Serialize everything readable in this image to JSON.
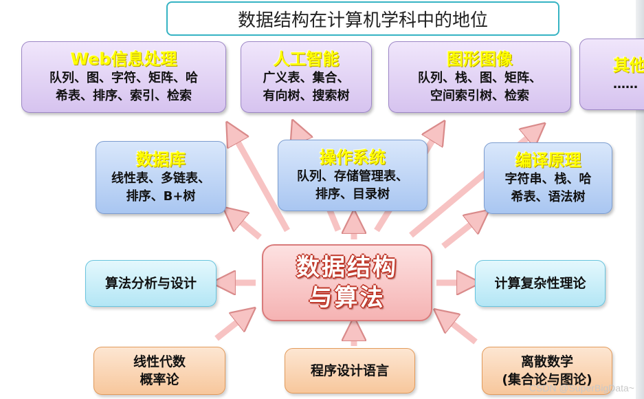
{
  "title": "数据结构在计算机学科中的地位",
  "top_row": [
    {
      "head": "Web信息处理",
      "lines": [
        "队列、图、字符、矩阵、哈",
        "希表、排序、索引、检索"
      ]
    },
    {
      "head": "人工智能",
      "lines": [
        "广义表、集合、",
        "有向树、搜索树"
      ]
    },
    {
      "head": "图形图像",
      "lines": [
        "队列、栈、图、矩阵、",
        "空间索引树、检索"
      ]
    },
    {
      "head": "其他",
      "lines": [
        "……"
      ]
    }
  ],
  "middle_row": [
    {
      "head": "数据库",
      "lines": [
        "线性表、多链表、",
        "排序、B+树"
      ]
    },
    {
      "head": "操作系统",
      "lines": [
        "队列、存储管理表、",
        "排序、目录树"
      ]
    },
    {
      "head": "编译原理",
      "lines": [
        "字符串、栈、哈",
        "希表、语法树"
      ]
    }
  ],
  "center": {
    "line1": "数据结构",
    "line2": "与算法"
  },
  "left_box": "算法分析与设计",
  "right_box": "计算复杂性理论",
  "bottom_row": [
    {
      "lines": [
        "线性代数",
        "概率论"
      ]
    },
    {
      "lines": [
        "程序设计语言"
      ]
    },
    {
      "lines": [
        "离散数学",
        "(集合论与图论)"
      ]
    }
  ],
  "watermark": "CSDN @SuperBigData~",
  "colors": {
    "arrow_fill": "#f7c3c3",
    "arrow_stroke": "#d98a8a",
    "head_text": "#ffff00"
  }
}
